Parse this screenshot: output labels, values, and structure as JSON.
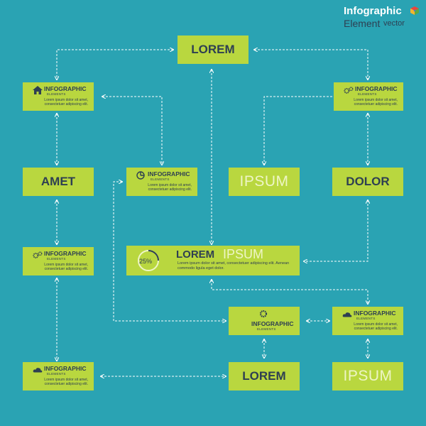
{
  "brand": {
    "title": "Infographic",
    "subtitle": "Element",
    "tag": "vector",
    "logo_colors": [
      "#e8453c",
      "#f3b52f",
      "#5aa845",
      "#4a7ad1"
    ]
  },
  "colors": {
    "background": "#2aa3b3",
    "box": "#b9d73f",
    "box_shadow": "#5b6a22",
    "text_dark": "#2e3f52",
    "text_light": "#eef5c6",
    "wire": "#ffffff"
  },
  "nodes": {
    "lorem_top": "LOREM",
    "amet": "AMET",
    "ipsum_mid": "IPSUM",
    "dolor": "DOLOR",
    "lorem_bottom": "LOREM",
    "ipsum_bottom": "IPSUM",
    "hub": {
      "percent": "25%",
      "title_a": "LOREM",
      "title_b": "IPSUM",
      "body": "Lorem ipsum dolor sit amet, consectetuer adipiscing elit. Aenean commodo ligula eget dolor.",
      "progress": 0.25
    }
  },
  "info_cards": [
    {
      "id": "info-home",
      "icon": "home-icon",
      "title": "INFOGRAPHIC",
      "subtitle": "ELEMENTS",
      "body": "Lorem ipsum dolor sit amet, consectetuer adipiscing elit."
    },
    {
      "id": "info-gears-top",
      "icon": "gears-icon",
      "title": "INFOGRAPHIC",
      "subtitle": "ELEMENTS",
      "body": "Lorem ipsum dolor sit amet, consectetuer adipiscing elit."
    },
    {
      "id": "info-pie",
      "icon": "pie-chart-icon",
      "title": "INFOGRAPHIC",
      "subtitle": "ELEMENTS",
      "body": "Lorem ipsum dolor sit amet, consectetuer adipiscing elit."
    },
    {
      "id": "info-gears-left",
      "icon": "gears-icon",
      "title": "INFOGRAPHIC",
      "subtitle": "ELEMENTS",
      "body": "Lorem ipsum dolor sit amet, consectetuer adipiscing elit."
    },
    {
      "id": "info-gear-center",
      "icon": "gear-icon",
      "title": "INFOGRAPHIC",
      "subtitle": "ELEMENTS",
      "body": ""
    },
    {
      "id": "info-cloud-right",
      "icon": "cloud-icon",
      "title": "INFOGRAPHIC",
      "subtitle": "ELEMENTS",
      "body": "Lorem ipsum dolor sit amet, consectetuer adipiscing elit."
    },
    {
      "id": "info-cloud-left",
      "icon": "cloud-icon",
      "title": "INFOGRAPHIC",
      "subtitle": "ELEMENTS",
      "body": "Lorem ipsum dolor sit amet, consectetuer adipiscing elit."
    }
  ]
}
